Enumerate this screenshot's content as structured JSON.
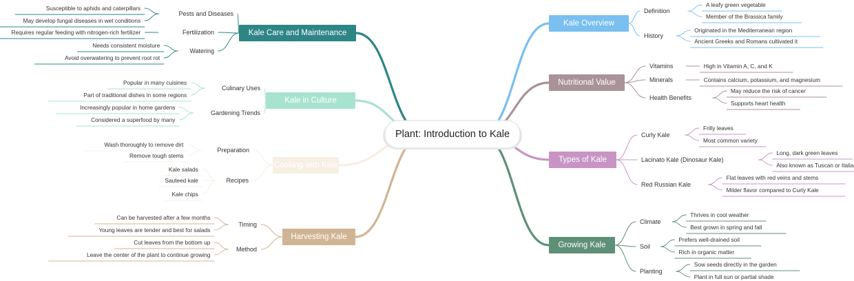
{
  "center": {
    "label": "Plant: Introduction to Kale"
  },
  "colors": {
    "overview": "#79bff0",
    "nutrition": "#a99298",
    "types": "#c794c4",
    "growing": "#5e8f77",
    "care": "#2e8585",
    "culture": "#a8e3d0",
    "cooking": "#f8efe4",
    "harvesting": "#d1b493"
  },
  "right": [
    {
      "label": "Kale Overview",
      "color_key": "overview",
      "subs": [
        {
          "label": "Definition",
          "leaves": [
            "A leafy green vegetable",
            "Member of the Brassica family"
          ]
        },
        {
          "label": "History",
          "leaves": [
            "Originated in the Mediterranean region",
            "Ancient Greeks and Romans cultivated it"
          ]
        }
      ]
    },
    {
      "label": "Nutritional Value",
      "color_key": "nutrition",
      "subs": [
        {
          "label": "Vitamins",
          "leaves": [
            "High in Vitamin A, C, and K"
          ]
        },
        {
          "label": "Minerals",
          "leaves": [
            "Contains calcium, potassium, and magnesium"
          ]
        },
        {
          "label": "Health Benefits",
          "leaves": [
            "May reduce the risk of cancer",
            "Supports heart health"
          ]
        }
      ]
    },
    {
      "label": "Types of Kale",
      "color_key": "types",
      "subs": [
        {
          "label": "Curly Kale",
          "leaves": [
            "Frilly leaves",
            "Most common variety"
          ]
        },
        {
          "label": "Lacinato Kale (Dinosaur Kale)",
          "leaves": [
            "Long, dark green leaves",
            "Also known as Tuscan or Italian Kale"
          ]
        },
        {
          "label": "Red Russian Kale",
          "leaves": [
            "Flat leaves with red veins and stems",
            "Milder flavor compared to Curly Kale"
          ]
        }
      ]
    },
    {
      "label": "Growing Kale",
      "color_key": "growing",
      "subs": [
        {
          "label": "Climate",
          "leaves": [
            "Thrives in cool weather",
            "Best grown in spring and fall"
          ]
        },
        {
          "label": "Soil",
          "leaves": [
            "Prefers well-drained soil",
            "Rich in organic matter"
          ]
        },
        {
          "label": "Planting",
          "leaves": [
            "Sow seeds directly in the garden",
            "Plant in full sun or partial shade"
          ]
        }
      ]
    }
  ],
  "left": [
    {
      "label": "Kale Care and Maintenance",
      "color_key": "care",
      "subs": [
        {
          "label": "Pests and Diseases",
          "leaves": [
            "Susceptible to aphids and caterpillars",
            "May develop fungal diseases in wet conditions"
          ]
        },
        {
          "label": "Fertilization",
          "leaves": [
            "Requires regular feeding with nitrogen-rich fertilizer"
          ]
        },
        {
          "label": "Watering",
          "leaves": [
            "Needs consistent moisture",
            "Avoid overwatering to prevent root rot"
          ]
        }
      ]
    },
    {
      "label": "Kale in Culture",
      "color_key": "culture",
      "subs": [
        {
          "label": "Culinary Uses",
          "leaves": [
            "Popular in many cuisines",
            "Part of traditional dishes in some regions"
          ]
        },
        {
          "label": "Gardening Trends",
          "leaves": [
            "Increasingly popular in home gardens",
            "Considered a superfood by many"
          ]
        }
      ]
    },
    {
      "label": "Cooking with Kale",
      "color_key": "cooking",
      "subs": [
        {
          "label": "Preparation",
          "leaves": [
            "Wash thoroughly to remove dirt",
            "Remove tough stems"
          ]
        },
        {
          "label": "Recipes",
          "leaves": [
            "Kale salads",
            "Sauteed kale",
            "Kale chips"
          ]
        }
      ]
    },
    {
      "label": "Harvesting Kale",
      "color_key": "harvesting",
      "subs": [
        {
          "label": "Timing",
          "leaves": [
            "Can be harvested after a few months",
            "Young leaves are tender and best for salads"
          ]
        },
        {
          "label": "Method",
          "leaves": [
            "Cut leaves from the bottom up",
            "Leave the center of the plant to continue growing"
          ]
        }
      ]
    }
  ]
}
